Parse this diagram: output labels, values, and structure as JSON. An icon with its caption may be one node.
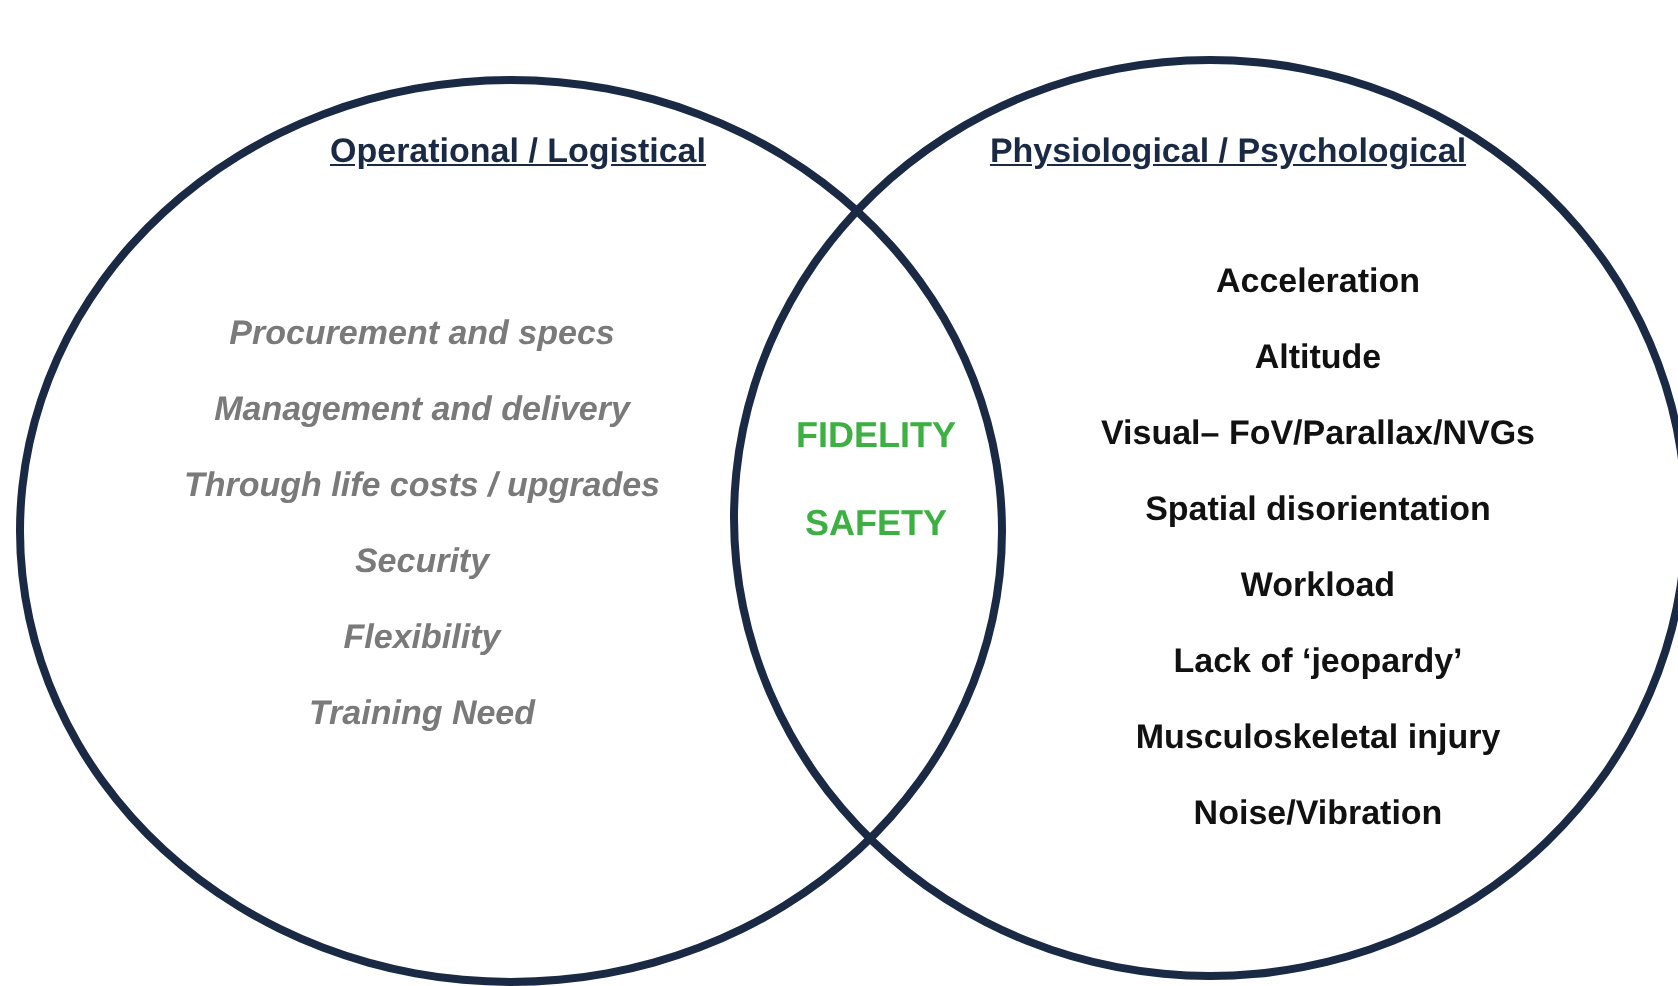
{
  "diagram": {
    "nodes": [
      {
        "text": [
          "Operational / Logistical",
          "Procurement and specs",
          "Management and delivery",
          "Through life costs / upgrades",
          "Security",
          "Flexibility",
          "Training Need"
        ]
      },
      {
        "text": [
          "Physiological / Psychological",
          "Acceleration",
          "Altitude",
          "Visual– FoV/Parallax/NVGs",
          "Spatial disorientation",
          "Workload",
          "Lack of ‘jeopardy’",
          "Musculoskeletal injury",
          "Noise/Vibration"
        ]
      }
    ],
    "labels": [
      "FIDELITY",
      "SAFETY"
    ]
  }
}
